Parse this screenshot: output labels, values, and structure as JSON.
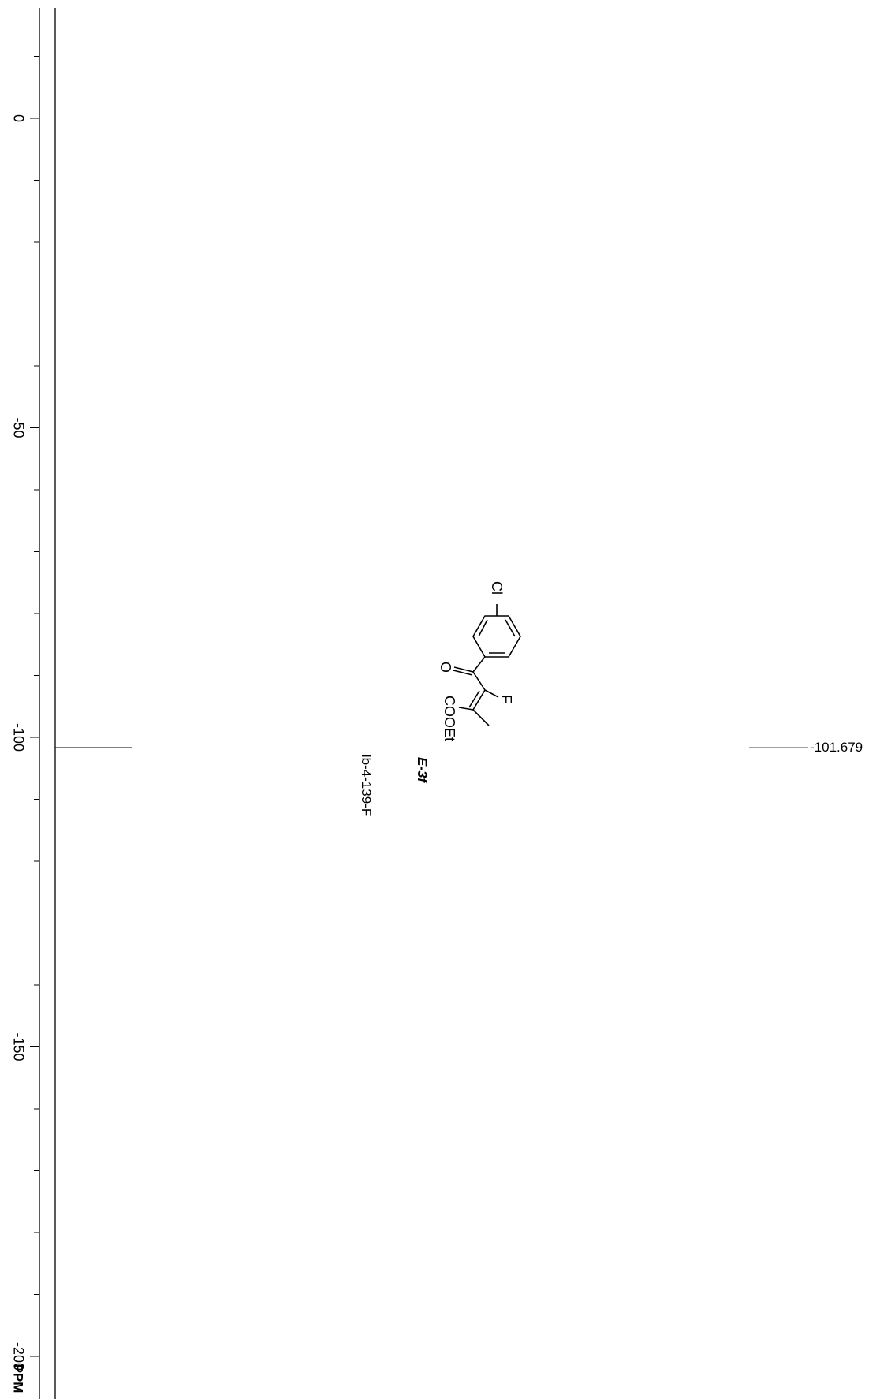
{
  "chart_data": {
    "type": "line",
    "xlabel": "PPM",
    "xlim": [
      0,
      -200
    ],
    "ticks": [
      0,
      -50,
      -100,
      -150,
      -200
    ],
    "tick_labels": [
      "0",
      "-50",
      "-100",
      "-150",
      "-200"
    ],
    "peaks": [
      {
        "ppm": -101.679,
        "label": "-101.679"
      }
    ],
    "sample_label": "lb-4-139-F",
    "compound_id": "E-3f",
    "structure_labels": {
      "chlorine": "Cl",
      "fluorine": "F",
      "oxygen": "O",
      "ester": "COOEt"
    }
  }
}
